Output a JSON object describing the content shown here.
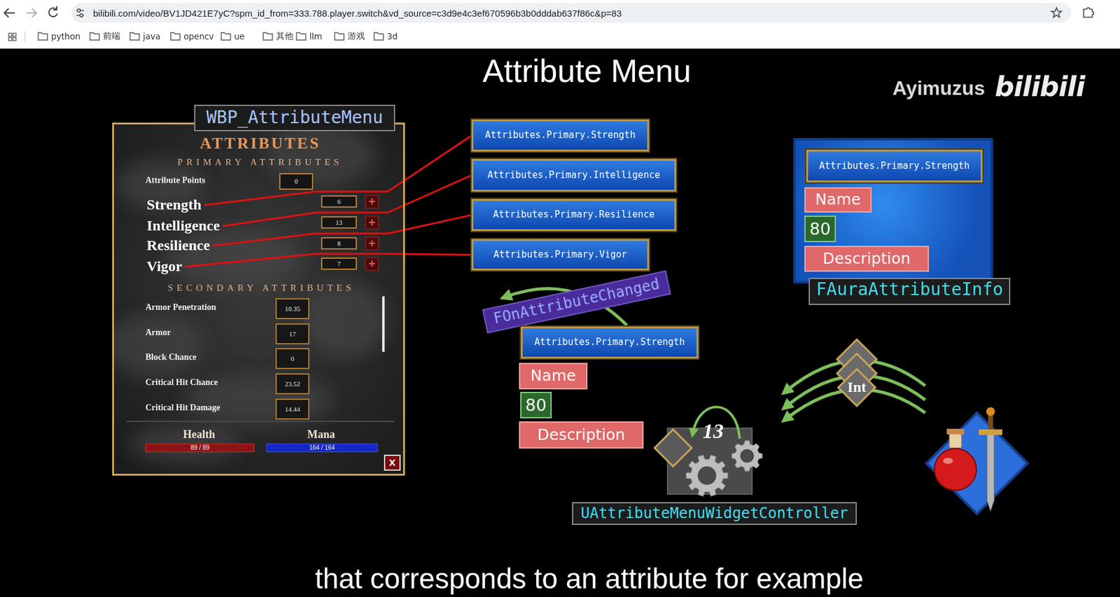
{
  "diagram": {
    "title": "Attribute Menu",
    "caption": "that corresponds to an attribute for example",
    "nodes": [
      {
        "text": [
          "WBP_AttributeMenu"
        ]
      },
      {
        "text": [
          "ATTRIBUTES",
          "PRIMARY ATTRIBUTES",
          "Attribute Points",
          "SECONDARY ATTRIBUTES",
          "Armor Penetration",
          "Armor",
          "Block Chance",
          "Critical Hit Chance",
          "Critical Hit Damage",
          "Health",
          "Mana"
        ]
      },
      {
        "text": [
          "0"
        ],
        "in": 1
      },
      {
        "text": [
          "Strength"
        ],
        "in": 1
      },
      {
        "text": [
          "6"
        ],
        "in": 1
      },
      {
        "text": [
          "+"
        ],
        "in": 1
      },
      {
        "text": [
          "Intelligence"
        ],
        "in": 1
      },
      {
        "text": [
          "13"
        ],
        "in": 1
      },
      {
        "text": [
          "+"
        ],
        "in": 1
      },
      {
        "text": [
          "Resilience"
        ],
        "in": 1
      },
      {
        "text": [
          "8"
        ],
        "in": 1
      },
      {
        "text": [
          "+"
        ],
        "in": 1
      },
      {
        "text": [
          "Vigor"
        ],
        "in": 1
      },
      {
        "text": [
          "7"
        ],
        "in": 1
      },
      {
        "text": [
          "+"
        ],
        "in": 1
      },
      {
        "text": [
          "10.35"
        ],
        "in": 1
      },
      {
        "text": [
          "17"
        ],
        "in": 1
      },
      {
        "text": [
          "0"
        ],
        "in": 1
      },
      {
        "text": [
          "23.52"
        ],
        "in": 1
      },
      {
        "text": [
          "14.44"
        ],
        "in": 1
      },
      {
        "text": [
          "89 / 89"
        ],
        "in": 1
      },
      {
        "text": [
          "164 / 164"
        ],
        "in": 1
      },
      {
        "text": [
          "X"
        ],
        "in": 1
      },
      {
        "text": [
          "Attributes.Primary.Strength"
        ]
      },
      {
        "text": [
          "Attributes.Primary.Intelligence"
        ]
      },
      {
        "text": [
          "Attributes.Primary.Resilience"
        ]
      },
      {
        "text": [
          "Attributes.Primary.Vigor"
        ]
      },
      {
        "text": [
          "FAuraAttributeInfo"
        ]
      },
      {
        "text": [
          "Attributes.Primary.Strength"
        ],
        "in": 27
      },
      {
        "text": [
          "Name"
        ],
        "in": 27
      },
      {
        "text": [
          "80"
        ],
        "in": 27
      },
      {
        "text": [
          "Description"
        ],
        "in": 27
      },
      {
        "text": [
          "FOnAttributeChanged"
        ]
      },
      {
        "text": [
          "Attributes.Primary.Strength"
        ]
      },
      {
        "text": [
          "Name"
        ]
      },
      {
        "text": [
          "80"
        ]
      },
      {
        "text": [
          "Description"
        ]
      },
      {
        "text": [
          "Int"
        ]
      },
      {
        "text": [
          "UAttributeMenuWidgetController"
        ]
      }
    ],
    "edges": [
      {
        "from": 3,
        "to": 23,
        "arrow": "none"
      },
      {
        "from": 6,
        "to": 24,
        "arrow": "none"
      },
      {
        "from": 9,
        "to": 25,
        "arrow": "none"
      },
      {
        "from": 12,
        "to": 26,
        "arrow": "none"
      }
    ],
    "labels": [
      "bilibili.com/video/BV1JD421E7yC?spm_id_from=333.788.player.switch&vd_source=c3d9e4c3ef670596b3b0dddab637f86c&p=83",
      "python",
      "前端",
      "java",
      "opencv",
      "ue",
      "其他",
      "llm",
      "游戏",
      "3d",
      "Ayimuzus",
      "bilibili",
      "13"
    ]
  }
}
